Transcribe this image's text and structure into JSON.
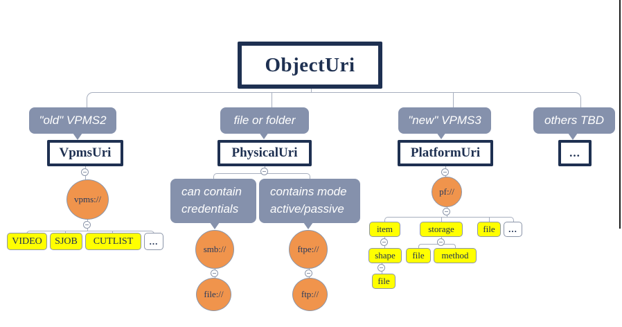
{
  "colors": {
    "navy": "#1e3051",
    "callout_gray": "#8591ac",
    "orange": "#f0944c",
    "yellow": "#ffff00",
    "connector_gray": "#a6aebe"
  },
  "root": {
    "label": "ObjectUri"
  },
  "vpms2": {
    "callout": "\"old\" VPMS2",
    "box": "VpmsUri",
    "scheme": "vpms://",
    "children": [
      "VIDEO",
      "SJOB",
      "CUTLIST",
      "..."
    ]
  },
  "physical": {
    "callout": "file or folder",
    "box": "PhysicalUri",
    "smb": {
      "note": "can contain credentials",
      "scheme": "smb://",
      "child": "file://"
    },
    "ftpe": {
      "note": "contains mode active/passive",
      "scheme": "ftpe://",
      "child": "ftp://"
    }
  },
  "vpms3": {
    "callout": "\"new\" VPMS3",
    "box": "PlatformUri",
    "scheme": "pf://",
    "children": [
      "item",
      "storage",
      "file",
      "..."
    ],
    "item_child": "shape",
    "shape_child": "file",
    "storage_children": [
      "file",
      "method"
    ]
  },
  "others": {
    "callout": "others TBD",
    "box": "..."
  }
}
